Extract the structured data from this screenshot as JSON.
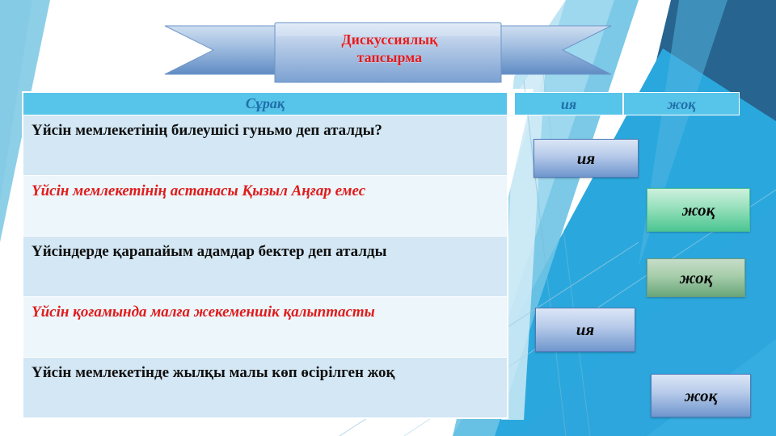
{
  "slide": {
    "banner": {
      "line1": "Дискуссиялық",
      "line2": "тапсырма",
      "text_color": "#e8191b"
    },
    "table": {
      "header": "Сұрақ",
      "header_bg": "#57c4ea",
      "header_color": "#1f6fa8",
      "rows": [
        {
          "text": "Үйсін мемлекетінің билеушісі гуньмо деп аталды?",
          "style": "black",
          "band": "a"
        },
        {
          "text": "Үйсін мемлекетінің астанасы Қызыл Аңғар емес",
          "style": "red",
          "band": "b"
        },
        {
          "text": "Үйсіндерде қарапайым адамдар бектер деп аталды",
          "style": "black",
          "band": "a"
        },
        {
          "text": "Үйсін қоғамында малға жекеменшік қалыптасты",
          "style": "red",
          "band": "b"
        },
        {
          "text": "Үйсін мемлекетінде жылқы малы көп өсірілген жоқ",
          "style": "black",
          "band": "a"
        }
      ]
    },
    "answer_columns": {
      "yes": "ия",
      "no": "жоқ"
    },
    "answer_cards": [
      {
        "label": "ия",
        "color": "blue"
      },
      {
        "label": "жоқ",
        "color": "green"
      },
      {
        "label": "жоқ",
        "color": "green-muted"
      },
      {
        "label": "ия",
        "color": "blue"
      },
      {
        "label": "жоқ",
        "color": "blue"
      }
    ],
    "palette": {
      "accent_cyan": "#2aa8dd",
      "deep_blue": "#2a6b99",
      "pale_blue": "#8ecfe8",
      "row_band_a": "#d3e7f4",
      "row_band_b": "#ecf6fb",
      "red_text": "#e01b1b"
    }
  }
}
